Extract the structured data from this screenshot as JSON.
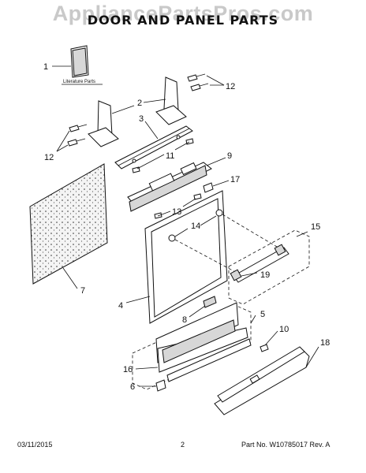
{
  "watermark": "AppliancePartsPros.com",
  "title": "DOOR AND PANEL PARTS",
  "literature_label": "Literature Parts",
  "callouts": {
    "c1": "1",
    "c2": "2",
    "c3": "3",
    "c4": "4",
    "c5": "5",
    "c6": "6",
    "c7": "7",
    "c8": "8",
    "c9": "9",
    "c10": "10",
    "c11": "11",
    "c12a": "12",
    "c12b": "12",
    "c13": "13",
    "c14": "14",
    "c15": "15",
    "c16": "16",
    "c17": "17",
    "c18": "18",
    "c19": "19"
  },
  "footer": {
    "date": "03/11/2015",
    "page": "2",
    "doc": "Part No.  W10785017  Rev. A"
  }
}
